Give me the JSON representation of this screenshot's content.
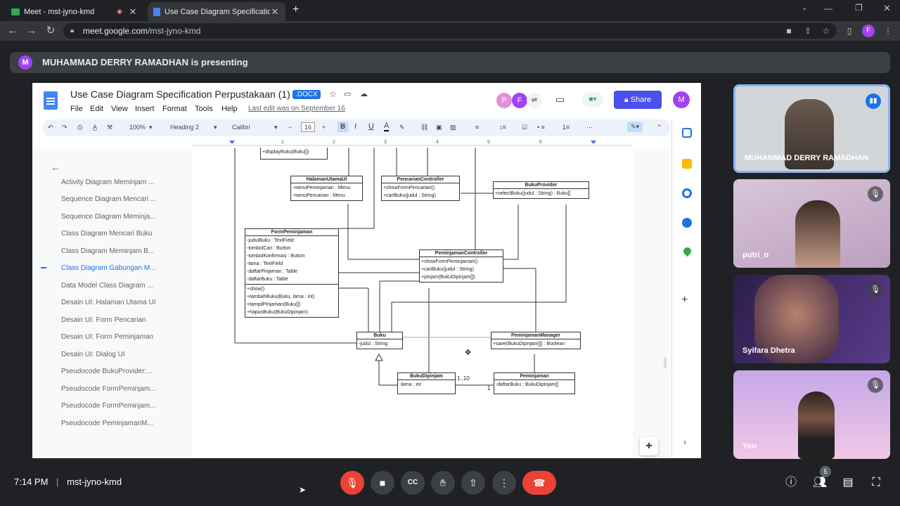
{
  "browser": {
    "tab1_title": "Meet - mst-jyno-kmd",
    "tab2_title": "Use Case Diagram Specification P",
    "url_host": "meet.google.com",
    "url_path": "/mst-jyno-kmd",
    "profile_initial": "F"
  },
  "meet": {
    "presenting_initial": "M",
    "presenting_text": "MUHAMMAD DERRY RAMADHAN is presenting",
    "time": "7:14 PM",
    "meeting_code": "mst-jyno-kmd",
    "participants_count": "5",
    "tiles": [
      {
        "name": "MUHAMMAD DERRY RAMADHAN"
      },
      {
        "name": "putri_o"
      },
      {
        "name": "Syifara Dhetra"
      },
      {
        "name": "You"
      }
    ]
  },
  "docs": {
    "title": "Use Case Diagram  Specification Perpustakaan (1)",
    "badge": ".DOCX",
    "menu": [
      "File",
      "Edit",
      "View",
      "Insert",
      "Format",
      "Tools",
      "Help"
    ],
    "last_edit": "Last edit was on September 16",
    "share_label": "Share",
    "avatars": [
      "P",
      "F",
      "M"
    ],
    "toolbar": {
      "zoom": "100%",
      "style": "Heading 2",
      "font": "Calibri",
      "size": "16"
    },
    "ruler": [
      "1",
      "2",
      "3",
      "4",
      "5",
      "6"
    ],
    "outline": [
      "Activity Diagram Meminjam ...",
      "Sequence Diagram Mencari ...",
      "Sequence Diagram Meminja...",
      "Class Diagram Mencari Buku",
      "Class Diagram Meminjam B...",
      "Class Diagram Gabungan M...",
      "Data Model Class Diagram ...",
      "Desain UI: Halaman Utama UI",
      "Desain UI: Form Pencarian",
      "Desain UI: Form Peminjaman",
      "Desain UI: Dialog UI",
      "Pseudocode BukuProvider:...",
      "Pseudocode FormPeminjam...",
      "Pseudocode FormPeminjam...",
      "Pseudocode PeminjamanM..."
    ],
    "outline_active_index": 5
  },
  "diagram": {
    "top_fragment": "+displayBuku(Buku[])",
    "classes": {
      "halaman": {
        "name": "HalamanUtamaUI",
        "attrs": [
          "-menuPeminjaman : Menu",
          "-menuPencarian : Menu"
        ],
        "ops": []
      },
      "pencarian": {
        "name": "PencarianController",
        "attrs": [],
        "ops": [
          "+showFormPencarian()",
          "+cariBuku(judul : String)"
        ]
      },
      "provider": {
        "name": "BukuProvider",
        "attrs": [],
        "ops": [
          "+selectBuku(judul : String) : Buku[]"
        ]
      },
      "form": {
        "name": "FormPeminjaman",
        "attrs": [
          "-judulBuku : TextField",
          "-tombolCari : Button",
          "-tombolKonfirmasi : Button",
          "-lama : TextField",
          "-daftarPinjaman : Table",
          "-daftarBuku : Table"
        ],
        "ops": [
          "+show()",
          "+tambahBuku(Buku, lama : int)",
          "+tampilPinjaman(Buku[])",
          "+hapusBuku(BukuDipinjam)"
        ]
      },
      "pcontroller": {
        "name": "PeminjamanController",
        "attrs": [],
        "ops": [
          "+showFormPeminjaman()",
          "+cariBuku(judul : String)",
          "+pinjam(BukuDipinjam[])"
        ]
      },
      "buku": {
        "name": "Buku",
        "attrs": [
          "-judul : String"
        ],
        "ops": []
      },
      "manager": {
        "name": "PeminjamanManager",
        "attrs": [],
        "ops": [
          "+save(BukuDipinjam[]) : Boolean"
        ]
      },
      "dipinjam": {
        "name": "BukuDipinjam",
        "attrs": [
          "-lama : int"
        ],
        "ops": []
      },
      "peminjaman": {
        "name": "Peminjaman",
        "attrs": [
          "-daftarBuku : BukuDipinjam[]"
        ],
        "ops": []
      }
    },
    "mult_left": "1..10",
    "mult_right": "1"
  }
}
